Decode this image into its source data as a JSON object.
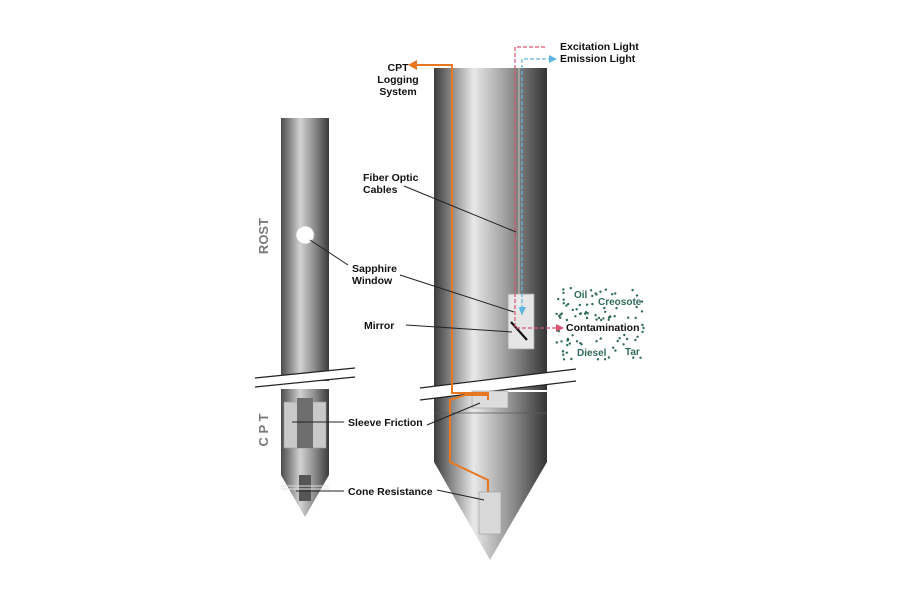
{
  "labels": {
    "cpt_logging": [
      "CPT",
      "Logging",
      "System"
    ],
    "excitation_light": "Excitation Light",
    "emission_light": "Emission Light",
    "fiber_optic": [
      "Fiber Optic",
      "Cables"
    ],
    "sapphire_window": [
      "Sapphire",
      "Window"
    ],
    "mirror": "Mirror",
    "sleeve_friction": "Sleeve Friction",
    "cone_resistance": "Cone Resistance",
    "rost": "ROST",
    "cpt": "C P T",
    "contamination": "Contamination"
  },
  "contaminants": [
    "Oil",
    "Creosote",
    "Diesel",
    "Tar"
  ],
  "colors": {
    "excitation": "#d9536e",
    "emission": "#5fb5df",
    "cpt_cable": "#e87722",
    "contaminant_text": "#2f6b57",
    "probe_light": "#e8e8e8",
    "probe_mid": "#9a9a9a",
    "probe_dark": "#3c3c3c"
  }
}
